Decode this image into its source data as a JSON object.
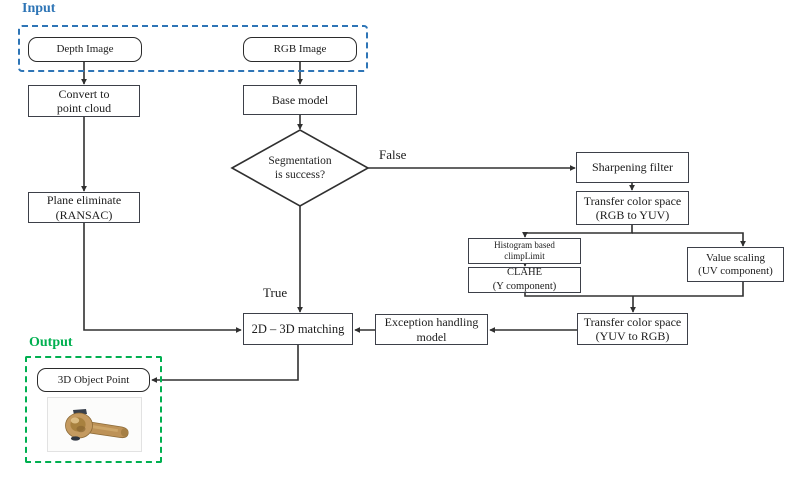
{
  "title_labels": {
    "input": "Input",
    "output": "Output"
  },
  "branch_labels": {
    "true_branch": "True",
    "false_branch": "False"
  },
  "nodes": {
    "depth_image": "Depth Image",
    "rgb_image": "RGB Image",
    "convert_point_cloud": "Convert to\npoint cloud",
    "base_model": "Base model",
    "segmentation_decision": "Segmentation\nis success?",
    "plane_eliminate": "Plane eliminate\n(RANSAC)",
    "sharpening_filter": "Sharpening filter",
    "transfer_rgb_to_yuv": "Transfer color space\n(RGB to YUV)",
    "histogram_clip_limit": "Histogram based\nclimpLimit",
    "clahe": "CLAHE\n(Y component)",
    "value_scaling": "Value scaling\n(UV component)",
    "transfer_yuv_to_rgb": "Transfer color space\n(YUV to RGB)",
    "exception_handling": "Exception handling\nmodel",
    "matching_2d_3d": "2D – 3D matching",
    "object_point_3d": "3D Object Point"
  },
  "output_photo": {
    "alt": "photo of bronze 3D object (handle)"
  },
  "colors": {
    "input_accent": "#2E75B6",
    "output_accent": "#00B050",
    "connector": "#303030",
    "box_border": "#3D4049",
    "background": "#FFFFFF"
  }
}
